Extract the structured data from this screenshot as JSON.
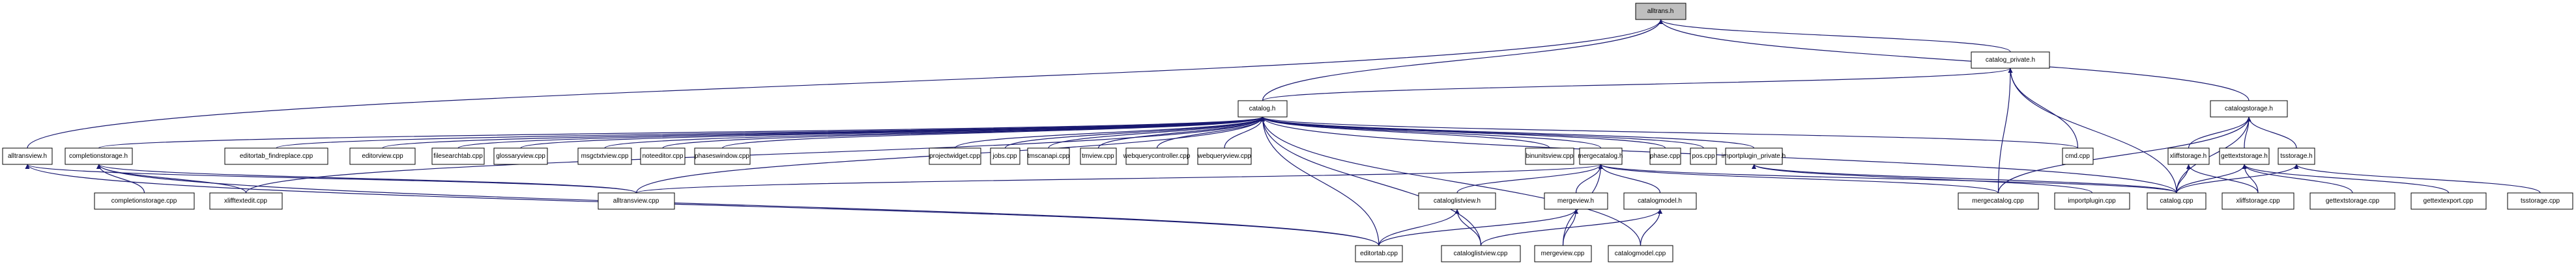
{
  "diagram": {
    "title": "alltrans.h include dependency graph",
    "colors": {
      "edge": "#191970",
      "root_fill": "#bfbfbf",
      "node_fill": "#ffffff",
      "node_border": "#000000"
    },
    "nodes": {
      "alltrans_h": "alltrans.h",
      "catalog_private_h": "catalog_private.h",
      "catalog_h": "catalog.h",
      "catalogstorage_h": "catalogstorage.h",
      "alltransview_h": "alltransview.h",
      "completionstorage_h": "completionstorage.h",
      "editortab_findreplace_cpp": "editortab_findreplace.cpp",
      "editorview_cpp": "editorview.cpp",
      "filesearchtab_cpp": "filesearchtab.cpp",
      "glossaryview_cpp": "glossaryview.cpp",
      "msgctxtview_cpp": "msgctxtview.cpp",
      "noteeditor_cpp": "noteeditor.cpp",
      "phaseswindow_cpp": "phaseswindow.cpp",
      "projectwidget_cpp": "projectwidget.cpp",
      "jobs_cpp": "jobs.cpp",
      "tmscanapi_cpp": "tmscanapi.cpp",
      "tmview_cpp": "tmview.cpp",
      "webquerycontroller_cpp": "webquerycontroller.cpp",
      "webqueryview_cpp": "webqueryview.cpp",
      "binunitsview_cpp": "binunitsview.cpp",
      "mergecatalog_h": "mergecatalog.h",
      "phase_cpp": "phase.cpp",
      "pos_cpp": "pos.cpp",
      "importplugin_private_h": "importplugin_private.h",
      "cmd_cpp": "cmd.cpp",
      "xliffstorage_h": "xliffstorage.h",
      "gettextstorage_h": "gettextstorage.h",
      "tsstorage_h": "tsstorage.h",
      "completionstorage_cpp": "completionstorage.cpp",
      "xlifftextedit_cpp": "xlifftextedit.cpp",
      "alltransview_cpp": "alltransview.cpp",
      "cataloglistview_h": "cataloglistview.h",
      "mergeview_h": "mergeview.h",
      "catalogmodel_h": "catalogmodel.h",
      "mergecatalog_cpp": "mergecatalog.cpp",
      "importplugin_cpp": "importplugin.cpp",
      "catalog_cpp": "catalog.cpp",
      "xliffstorage_cpp": "xliffstorage.cpp",
      "gettextstorage_cpp": "gettextstorage.cpp",
      "gettextexport_cpp": "gettextexport.cpp",
      "tsstorage_cpp": "tsstorage.cpp",
      "editortab_cpp": "editortab.cpp",
      "cataloglistview_cpp": "cataloglistview.cpp",
      "mergeview_cpp": "mergeview.cpp",
      "catalogmodel_cpp": "catalogmodel.cpp"
    },
    "edges": [
      [
        "catalog_private_h",
        "alltrans_h"
      ],
      [
        "catalog_h",
        "alltrans_h"
      ],
      [
        "catalogstorage_h",
        "alltrans_h"
      ],
      [
        "alltransview_h",
        "alltrans_h"
      ],
      [
        "catalog_h",
        "catalog_private_h"
      ],
      [
        "cmd_cpp",
        "catalog_private_h"
      ],
      [
        "mergecatalog_cpp",
        "catalog_private_h"
      ],
      [
        "catalog_cpp",
        "catalog_private_h"
      ],
      [
        "completionstorage_h",
        "catalog_h"
      ],
      [
        "editortab_findreplace_cpp",
        "catalog_h"
      ],
      [
        "editorview_cpp",
        "catalog_h"
      ],
      [
        "filesearchtab_cpp",
        "catalog_h"
      ],
      [
        "glossaryview_cpp",
        "catalog_h"
      ],
      [
        "msgctxtview_cpp",
        "catalog_h"
      ],
      [
        "noteeditor_cpp",
        "catalog_h"
      ],
      [
        "phaseswindow_cpp",
        "catalog_h"
      ],
      [
        "projectwidget_cpp",
        "catalog_h"
      ],
      [
        "jobs_cpp",
        "catalog_h"
      ],
      [
        "tmscanapi_cpp",
        "catalog_h"
      ],
      [
        "tmview_cpp",
        "catalog_h"
      ],
      [
        "webquerycontroller_cpp",
        "catalog_h"
      ],
      [
        "webqueryview_cpp",
        "catalog_h"
      ],
      [
        "binunitsview_cpp",
        "catalog_h"
      ],
      [
        "mergecatalog_h",
        "catalog_h"
      ],
      [
        "phase_cpp",
        "catalog_h"
      ],
      [
        "pos_cpp",
        "catalog_h"
      ],
      [
        "importplugin_private_h",
        "catalog_h"
      ],
      [
        "cmd_cpp",
        "catalog_h"
      ],
      [
        "xlifftextedit_cpp",
        "catalog_h"
      ],
      [
        "alltransview_cpp",
        "catalog_h"
      ],
      [
        "editortab_cpp",
        "catalog_h"
      ],
      [
        "cataloglistview_cpp",
        "catalog_h"
      ],
      [
        "catalogmodel_cpp",
        "catalog_h"
      ],
      [
        "catalog_cpp",
        "catalog_h"
      ],
      [
        "xliffstorage_h",
        "catalogstorage_h"
      ],
      [
        "gettextstorage_h",
        "catalogstorage_h"
      ],
      [
        "tsstorage_h",
        "catalogstorage_h"
      ],
      [
        "catalog_cpp",
        "catalogstorage_h"
      ],
      [
        "mergecatalog_cpp",
        "catalogstorage_h"
      ],
      [
        "alltransview_cpp",
        "alltransview_h"
      ],
      [
        "editortab_cpp",
        "alltransview_h"
      ],
      [
        "completionstorage_cpp",
        "completionstorage_h"
      ],
      [
        "xlifftextedit_cpp",
        "completionstorage_h"
      ],
      [
        "alltransview_cpp",
        "completionstorage_h"
      ],
      [
        "editortab_cpp",
        "completionstorage_h"
      ],
      [
        "alltransview_cpp",
        "mergecatalog_h"
      ],
      [
        "cataloglistview_h",
        "mergecatalog_h"
      ],
      [
        "mergeview_h",
        "mergecatalog_h"
      ],
      [
        "catalogmodel_h",
        "mergecatalog_h"
      ],
      [
        "mergecatalog_cpp",
        "mergecatalog_h"
      ],
      [
        "catalog_cpp",
        "mergecatalog_h"
      ],
      [
        "mergeview_cpp",
        "mergecatalog_h"
      ],
      [
        "importplugin_cpp",
        "importplugin_private_h"
      ],
      [
        "catalog_cpp",
        "importplugin_private_h"
      ],
      [
        "catalog_cpp",
        "xliffstorage_h"
      ],
      [
        "xliffstorage_cpp",
        "xliffstorage_h"
      ],
      [
        "catalog_cpp",
        "gettextstorage_h"
      ],
      [
        "gettextstorage_cpp",
        "gettextstorage_h"
      ],
      [
        "gettextexport_cpp",
        "gettextstorage_h"
      ],
      [
        "xliffstorage_cpp",
        "gettextstorage_h"
      ],
      [
        "catalog_cpp",
        "tsstorage_h"
      ],
      [
        "tsstorage_cpp",
        "tsstorage_h"
      ],
      [
        "editortab_cpp",
        "cataloglistview_h"
      ],
      [
        "cataloglistview_cpp",
        "cataloglistview_h"
      ],
      [
        "editortab_cpp",
        "mergeview_h"
      ],
      [
        "mergeview_cpp",
        "mergeview_h"
      ],
      [
        "cataloglistview_cpp",
        "catalogmodel_h"
      ],
      [
        "catalogmodel_cpp",
        "catalogmodel_h"
      ]
    ]
  }
}
